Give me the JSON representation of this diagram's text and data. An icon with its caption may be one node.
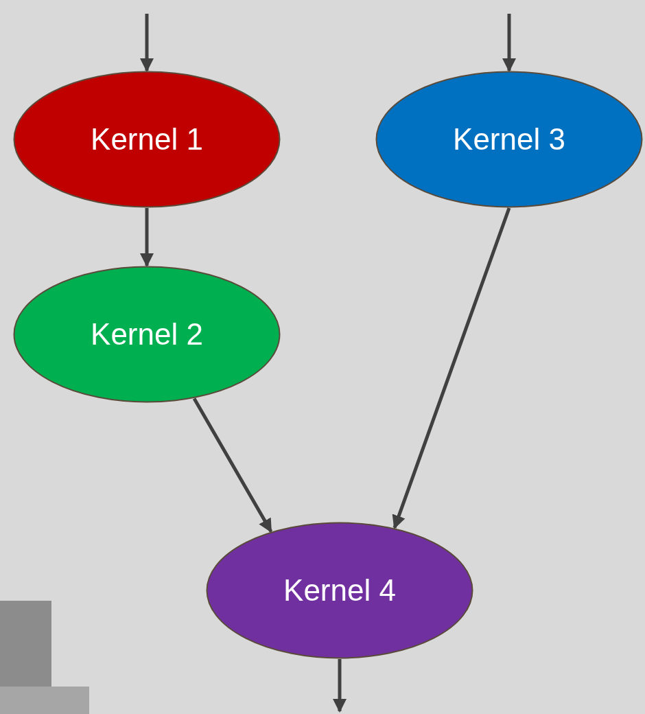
{
  "diagram": {
    "nodes": [
      {
        "text": [
          "Kernel 1"
        ]
      },
      {
        "text": [
          "Kernel 2"
        ]
      },
      {
        "text": [
          "Kernel 3"
        ]
      },
      {
        "text": [
          "Kernel 4"
        ]
      }
    ],
    "edges": [
      {
        "from": null,
        "to": 0,
        "arrow": "to"
      },
      {
        "from": null,
        "to": 2,
        "arrow": "to"
      },
      {
        "from": 0,
        "to": 1,
        "arrow": "to"
      },
      {
        "from": 1,
        "to": 3,
        "arrow": "to"
      },
      {
        "from": 2,
        "to": 3,
        "arrow": "to"
      },
      {
        "from": 3,
        "to": null,
        "arrow": "to"
      }
    ]
  }
}
